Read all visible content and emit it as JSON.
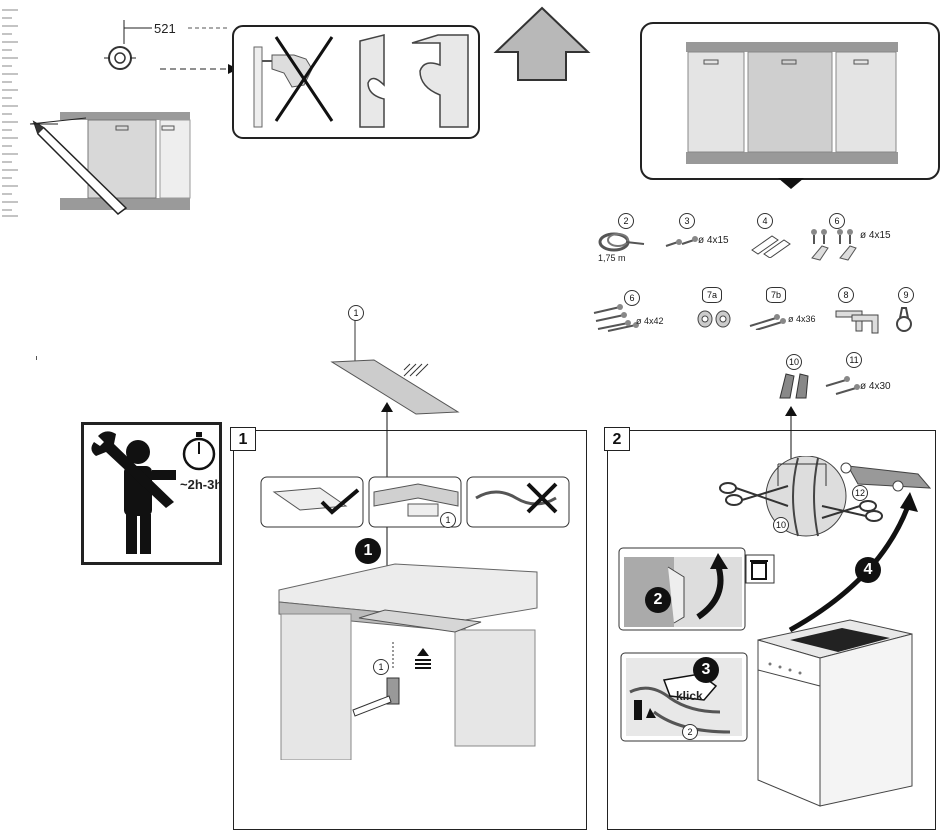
{
  "top": {
    "dimension_label": "521"
  },
  "parts": {
    "p2": {
      "num": "2",
      "caption": "1,75 m"
    },
    "p3": {
      "num": "3",
      "caption": "ø 4x15"
    },
    "p4": {
      "num": "4"
    },
    "p6a": {
      "num": "6",
      "caption": "ø 4x15"
    },
    "p6b": {
      "num": "6",
      "caption": "ø 4x42"
    },
    "p7a": {
      "num": "7a"
    },
    "p7b": {
      "num": "7b",
      "caption": "ø 4x36"
    },
    "p8": {
      "num": "8"
    },
    "p9": {
      "num": "9"
    },
    "p10": {
      "num": "10"
    },
    "p11": {
      "num": "11",
      "caption": "ø 4x30"
    },
    "p1": {
      "num": "1"
    }
  },
  "timer": {
    "label": "~2h-3h"
  },
  "step1": {
    "box_label": "1",
    "substep": "1",
    "mini_num": "1",
    "part_num": "1"
  },
  "step2": {
    "box_label": "2",
    "sub2": "2",
    "sub3": "3",
    "sub4": "4",
    "klick": "klick",
    "callout10": "10",
    "callout12": "12",
    "callout2": "2"
  }
}
